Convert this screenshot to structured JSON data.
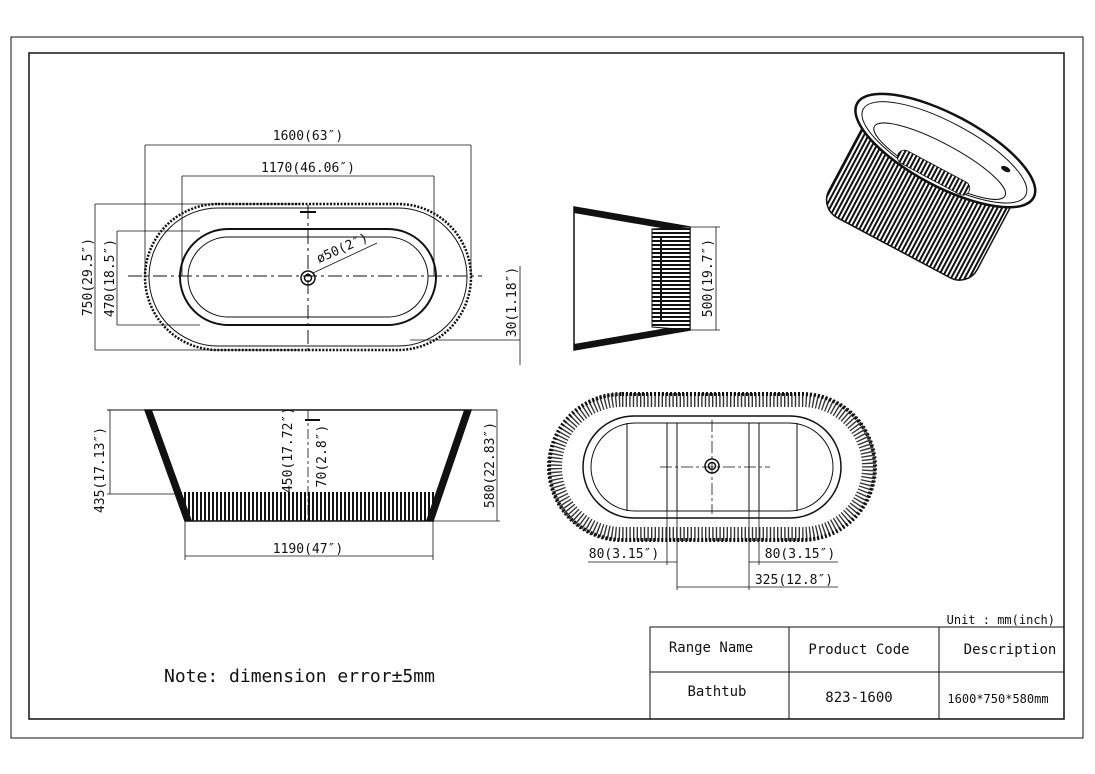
{
  "dimensions": {
    "top_length": "1600(63″)",
    "top_inner_length": "1170(46.06″)",
    "top_width": "750(29.5″)",
    "top_inner_width": "470(18.5″)",
    "drain_diameter": "ø50(2″)",
    "rim": "30(1.18″)",
    "end_depth": "500(19.7″)",
    "side_rim_height": "435(17.13″)",
    "side_inner_depth": "450(17.72″)",
    "side_overflow": "70(2.8″)",
    "side_height": "580(22.83″)",
    "side_base_length": "1190(47″)",
    "base_left": "80(3.15″)",
    "base_right": "80(3.15″)",
    "base_center": "325(12.8″)"
  },
  "unit_label": "Unit : mm(inch)",
  "note": "Note: dimension error±5mm",
  "table": {
    "headers": [
      "Range Name",
      "Product Code",
      "Description"
    ],
    "row": [
      "Bathtub",
      "823-1600",
      "1600*750*580mm"
    ]
  },
  "colors": {
    "line": "#111111",
    "background": "#ffffff"
  }
}
